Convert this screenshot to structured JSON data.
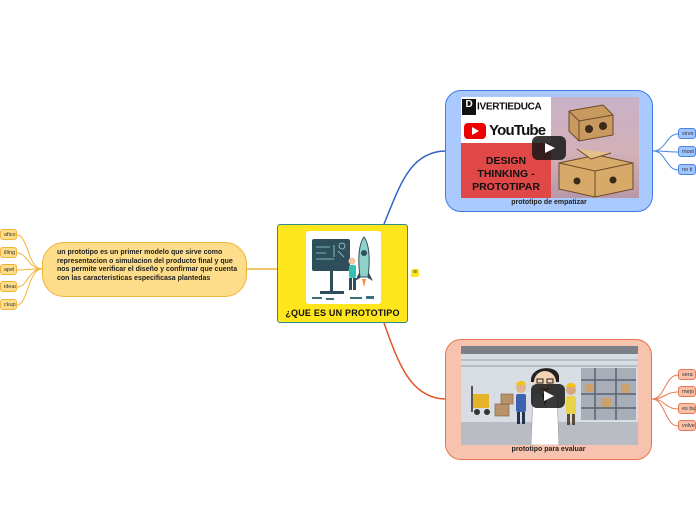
{
  "central": {
    "title": "¿QUE ES UN PROTOTIPO",
    "image_icon": "prototype-illustration-icon",
    "menu_icon": "≡"
  },
  "definition": {
    "text": "un prototipo es un primer modelo que sirve como representacion o simulacion del producto final y que nos permite verificar el diseño y confirmar que cuenta con las caracteristicas especificasa plantedas"
  },
  "left_items": [
    "afico",
    "illing",
    "apel",
    "ideas",
    "ckup"
  ],
  "video_empatizar": {
    "caption": "prototipo de empatizar",
    "thumb": {
      "brand": "IVERTIEDUCA",
      "brand_initial": "D",
      "platform": "YouTube",
      "headline": "DESIGN THINKING - PROTOTIPAR"
    },
    "play_icon": "play-icon"
  },
  "video_evaluar": {
    "caption": "prototipo para evaluar",
    "play_icon": "play-icon"
  },
  "blue_items": [
    "sirve",
    "most",
    "no ti"
  ],
  "red_items": [
    "sera",
    "mejo",
    "es bu",
    "volve"
  ],
  "colors": {
    "central": "#ffe51b",
    "definition": "#fedd8a",
    "empatizar": "#a9c9ff",
    "evaluar": "#f7c3ae",
    "blue_line": "#2f63c8",
    "red_line": "#e0552a",
    "orange_line": "#f0b43a"
  }
}
